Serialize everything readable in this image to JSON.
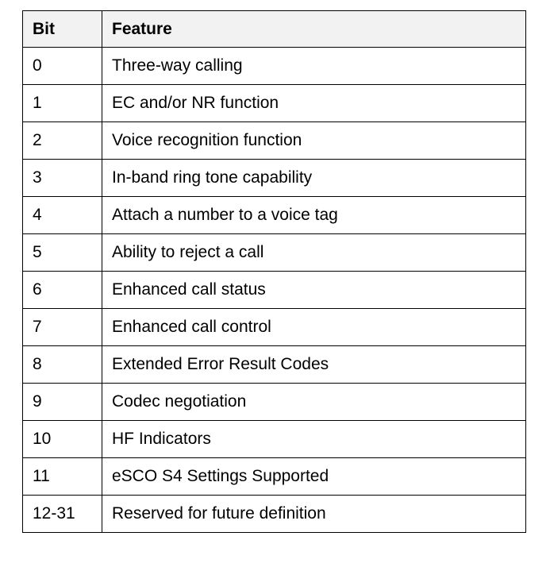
{
  "table": {
    "headers": {
      "bit": "Bit",
      "feature": "Feature"
    },
    "rows": [
      {
        "bit": "0",
        "feature": "Three-way calling"
      },
      {
        "bit": "1",
        "feature": "EC and/or NR function"
      },
      {
        "bit": "2",
        "feature": "Voice recognition function"
      },
      {
        "bit": "3",
        "feature": "In-band ring tone capability"
      },
      {
        "bit": "4",
        "feature": "Attach a number to a voice tag"
      },
      {
        "bit": "5",
        "feature": "Ability to reject a call"
      },
      {
        "bit": "6",
        "feature": "Enhanced call status"
      },
      {
        "bit": "7",
        "feature": "Enhanced call control"
      },
      {
        "bit": "8",
        "feature": "Extended Error Result Codes"
      },
      {
        "bit": "9",
        "feature": "Codec negotiation"
      },
      {
        "bit": "10",
        "feature": "HF Indicators"
      },
      {
        "bit": "11",
        "feature": "eSCO S4 Settings Supported"
      },
      {
        "bit": "12-31",
        "feature": "Reserved for future definition"
      }
    ]
  },
  "colors": {
    "header_background": "#f2f2f2",
    "border": "#000000",
    "text": "#000000"
  }
}
